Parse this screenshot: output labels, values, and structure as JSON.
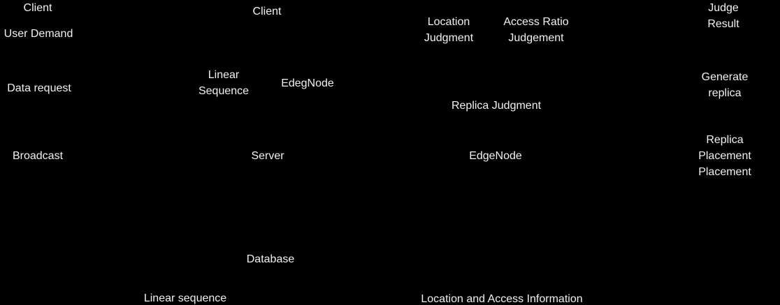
{
  "diagram": {
    "kind": "sequence-diagram-labels",
    "background_color": "#000000",
    "text_color": "#f1f1f1"
  },
  "labels": [
    {
      "id": "client-left",
      "text": "Client"
    },
    {
      "id": "user-demand",
      "text": "User Demand"
    },
    {
      "id": "data-request",
      "text": "Data request"
    },
    {
      "id": "broadcast",
      "text": "Broadcast"
    },
    {
      "id": "client-middle",
      "text": "Client"
    },
    {
      "id": "linear-sequence-upper",
      "text": "Linear\nSequence"
    },
    {
      "id": "edegnode",
      "text": "EdegNode"
    },
    {
      "id": "server",
      "text": "Server"
    },
    {
      "id": "database",
      "text": "Database"
    },
    {
      "id": "linear-sequence-lower",
      "text": "Linear sequence"
    },
    {
      "id": "location-judgment",
      "text": "Location\nJudgment"
    },
    {
      "id": "access-ratio-judgement",
      "text": "Access Ratio\nJudgement"
    },
    {
      "id": "replica-judgment",
      "text": "Replica Judgment"
    },
    {
      "id": "edgenode",
      "text": "EdgeNode"
    },
    {
      "id": "location-access-information",
      "text": "Location and Access Information"
    },
    {
      "id": "judge-result",
      "text": "Judge Result"
    },
    {
      "id": "generate-replica",
      "text": "Generate  replica"
    },
    {
      "id": "replica-placement",
      "text": "Replica Placement\nPlacement"
    }
  ]
}
